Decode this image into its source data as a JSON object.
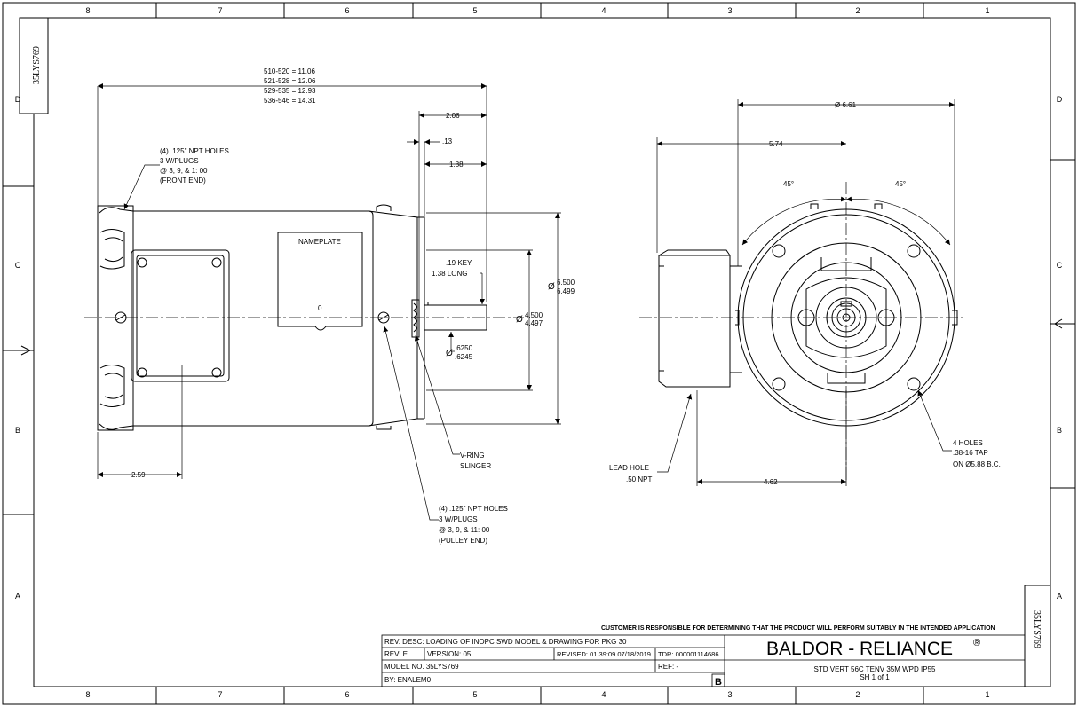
{
  "border": {
    "columns_top": [
      "8",
      "7",
      "6",
      "5",
      "4",
      "3",
      "2",
      "1"
    ],
    "columns_bottom": [
      "8",
      "7",
      "6",
      "5",
      "4",
      "3",
      "2",
      "1"
    ],
    "rows_left": [
      "D",
      "C",
      "B",
      "A"
    ],
    "rows_right": [
      "D",
      "C",
      "B",
      "A"
    ],
    "corner_tag_top_left": "35LYS769",
    "corner_tag_bottom_right": "35LYS769"
  },
  "side_view": {
    "length_table": [
      "510-520 = 11.06",
      "521-528 = 12.06",
      "529-535 = 12.93",
      "536-546 = 14.31"
    ],
    "dim_206": "2.06",
    "dim_13": ".13",
    "dim_188": "1.88",
    "front_holes_note": [
      "(4) .125\" NPT HOLES",
      "3 W/PLUGS",
      "@ 3, 9, & 1: 00",
      "(FRONT END)"
    ],
    "nameplate": "NAMEPLATE",
    "nameplate_zero": "0",
    "key_note": [
      ".19 KEY",
      "1.38 LONG"
    ],
    "pilot_dia": [
      "6.500",
      "6.499"
    ],
    "pilot_dia_symbol": "Ø",
    "rabbet_dia": [
      "4.500",
      "4.497"
    ],
    "rabbet_dia_symbol": "Ø",
    "shaft_dia": [
      ".6250",
      ".6245"
    ],
    "shaft_dia_symbol": "Ø",
    "vring_note": [
      "V-RING",
      "SLINGER"
    ],
    "dim_259": "2.59",
    "pulley_holes_note": [
      "(4) .125\" NPT HOLES",
      "3 W/PLUGS",
      "@ 3, 9, & 11: 00",
      "(PULLEY END)"
    ]
  },
  "end_view": {
    "dia_661": "Ø 6.61",
    "dim_574": "5.74",
    "angle_left": "45°",
    "angle_right": "45°",
    "holes_note": [
      "4 HOLES",
      ".38-16 TAP",
      "ON Ø5.88 B.C."
    ],
    "lead_hole_note": [
      "LEAD HOLE",
      ".50 NPT"
    ],
    "dim_462": "4.62"
  },
  "title_block": {
    "disclaimer": "CUSTOMER IS RESPONSIBLE FOR DETERMINING THAT THE PRODUCT WILL PERFORM SUITABLY IN THE INTENDED APPLICATION",
    "rev_desc": "REV. DESC: LOADING OF INOPC SWD MODEL & DRAWING FOR PKG 30",
    "rev": "REV:  E",
    "version": "VERSION:  05",
    "revised": "REVISED:  01:39:09 07/18/2019",
    "tdr": "TDR:  000001114686",
    "model_no": "MODEL NO.  35LYS769",
    "ref": "REF:  -",
    "by": "BY: ENALEM0",
    "size_letter": "B",
    "company": "BALDOR - RELIANCE",
    "company_mark": "®",
    "description": "STD VERT 56C TENV 35M WPD IP55",
    "sheet": "SH 1 of 1"
  }
}
